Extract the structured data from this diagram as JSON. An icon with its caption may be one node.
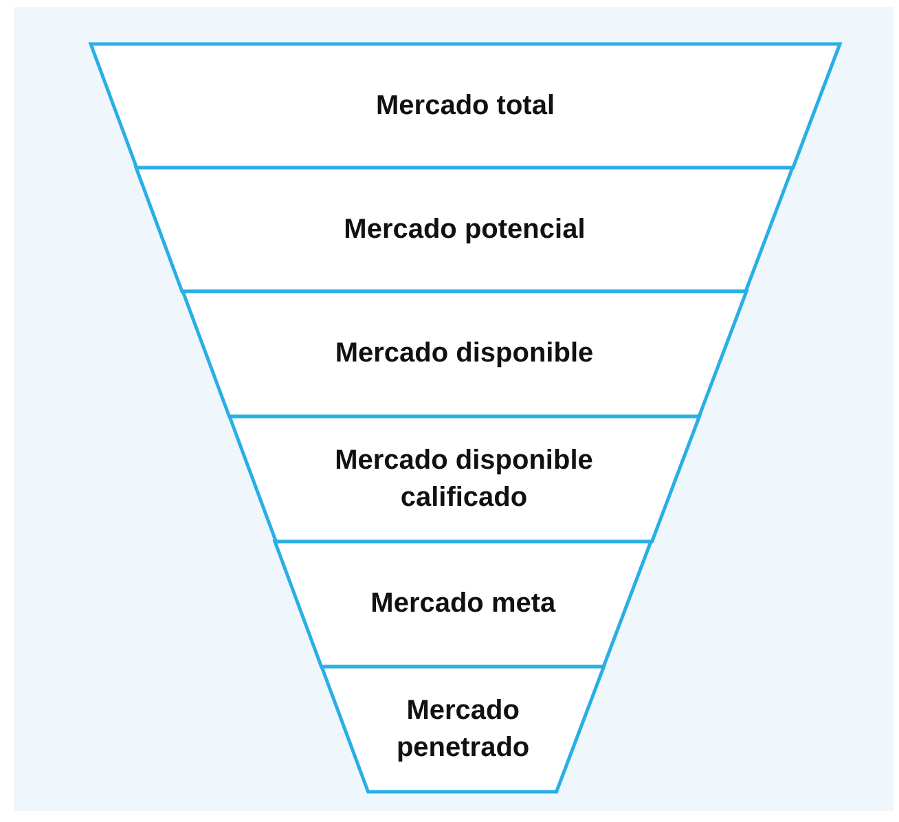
{
  "diagram": {
    "nodes": [
      {
        "text": [
          "Mercado total"
        ]
      },
      {
        "text": [
          "Mercado potencial"
        ]
      },
      {
        "text": [
          "Mercado disponible"
        ]
      },
      {
        "text": [
          "Mercado disponible calificado"
        ]
      },
      {
        "text": [
          "Mercado meta"
        ]
      },
      {
        "text": [
          "Mercado penetrado"
        ]
      }
    ],
    "edges": []
  }
}
